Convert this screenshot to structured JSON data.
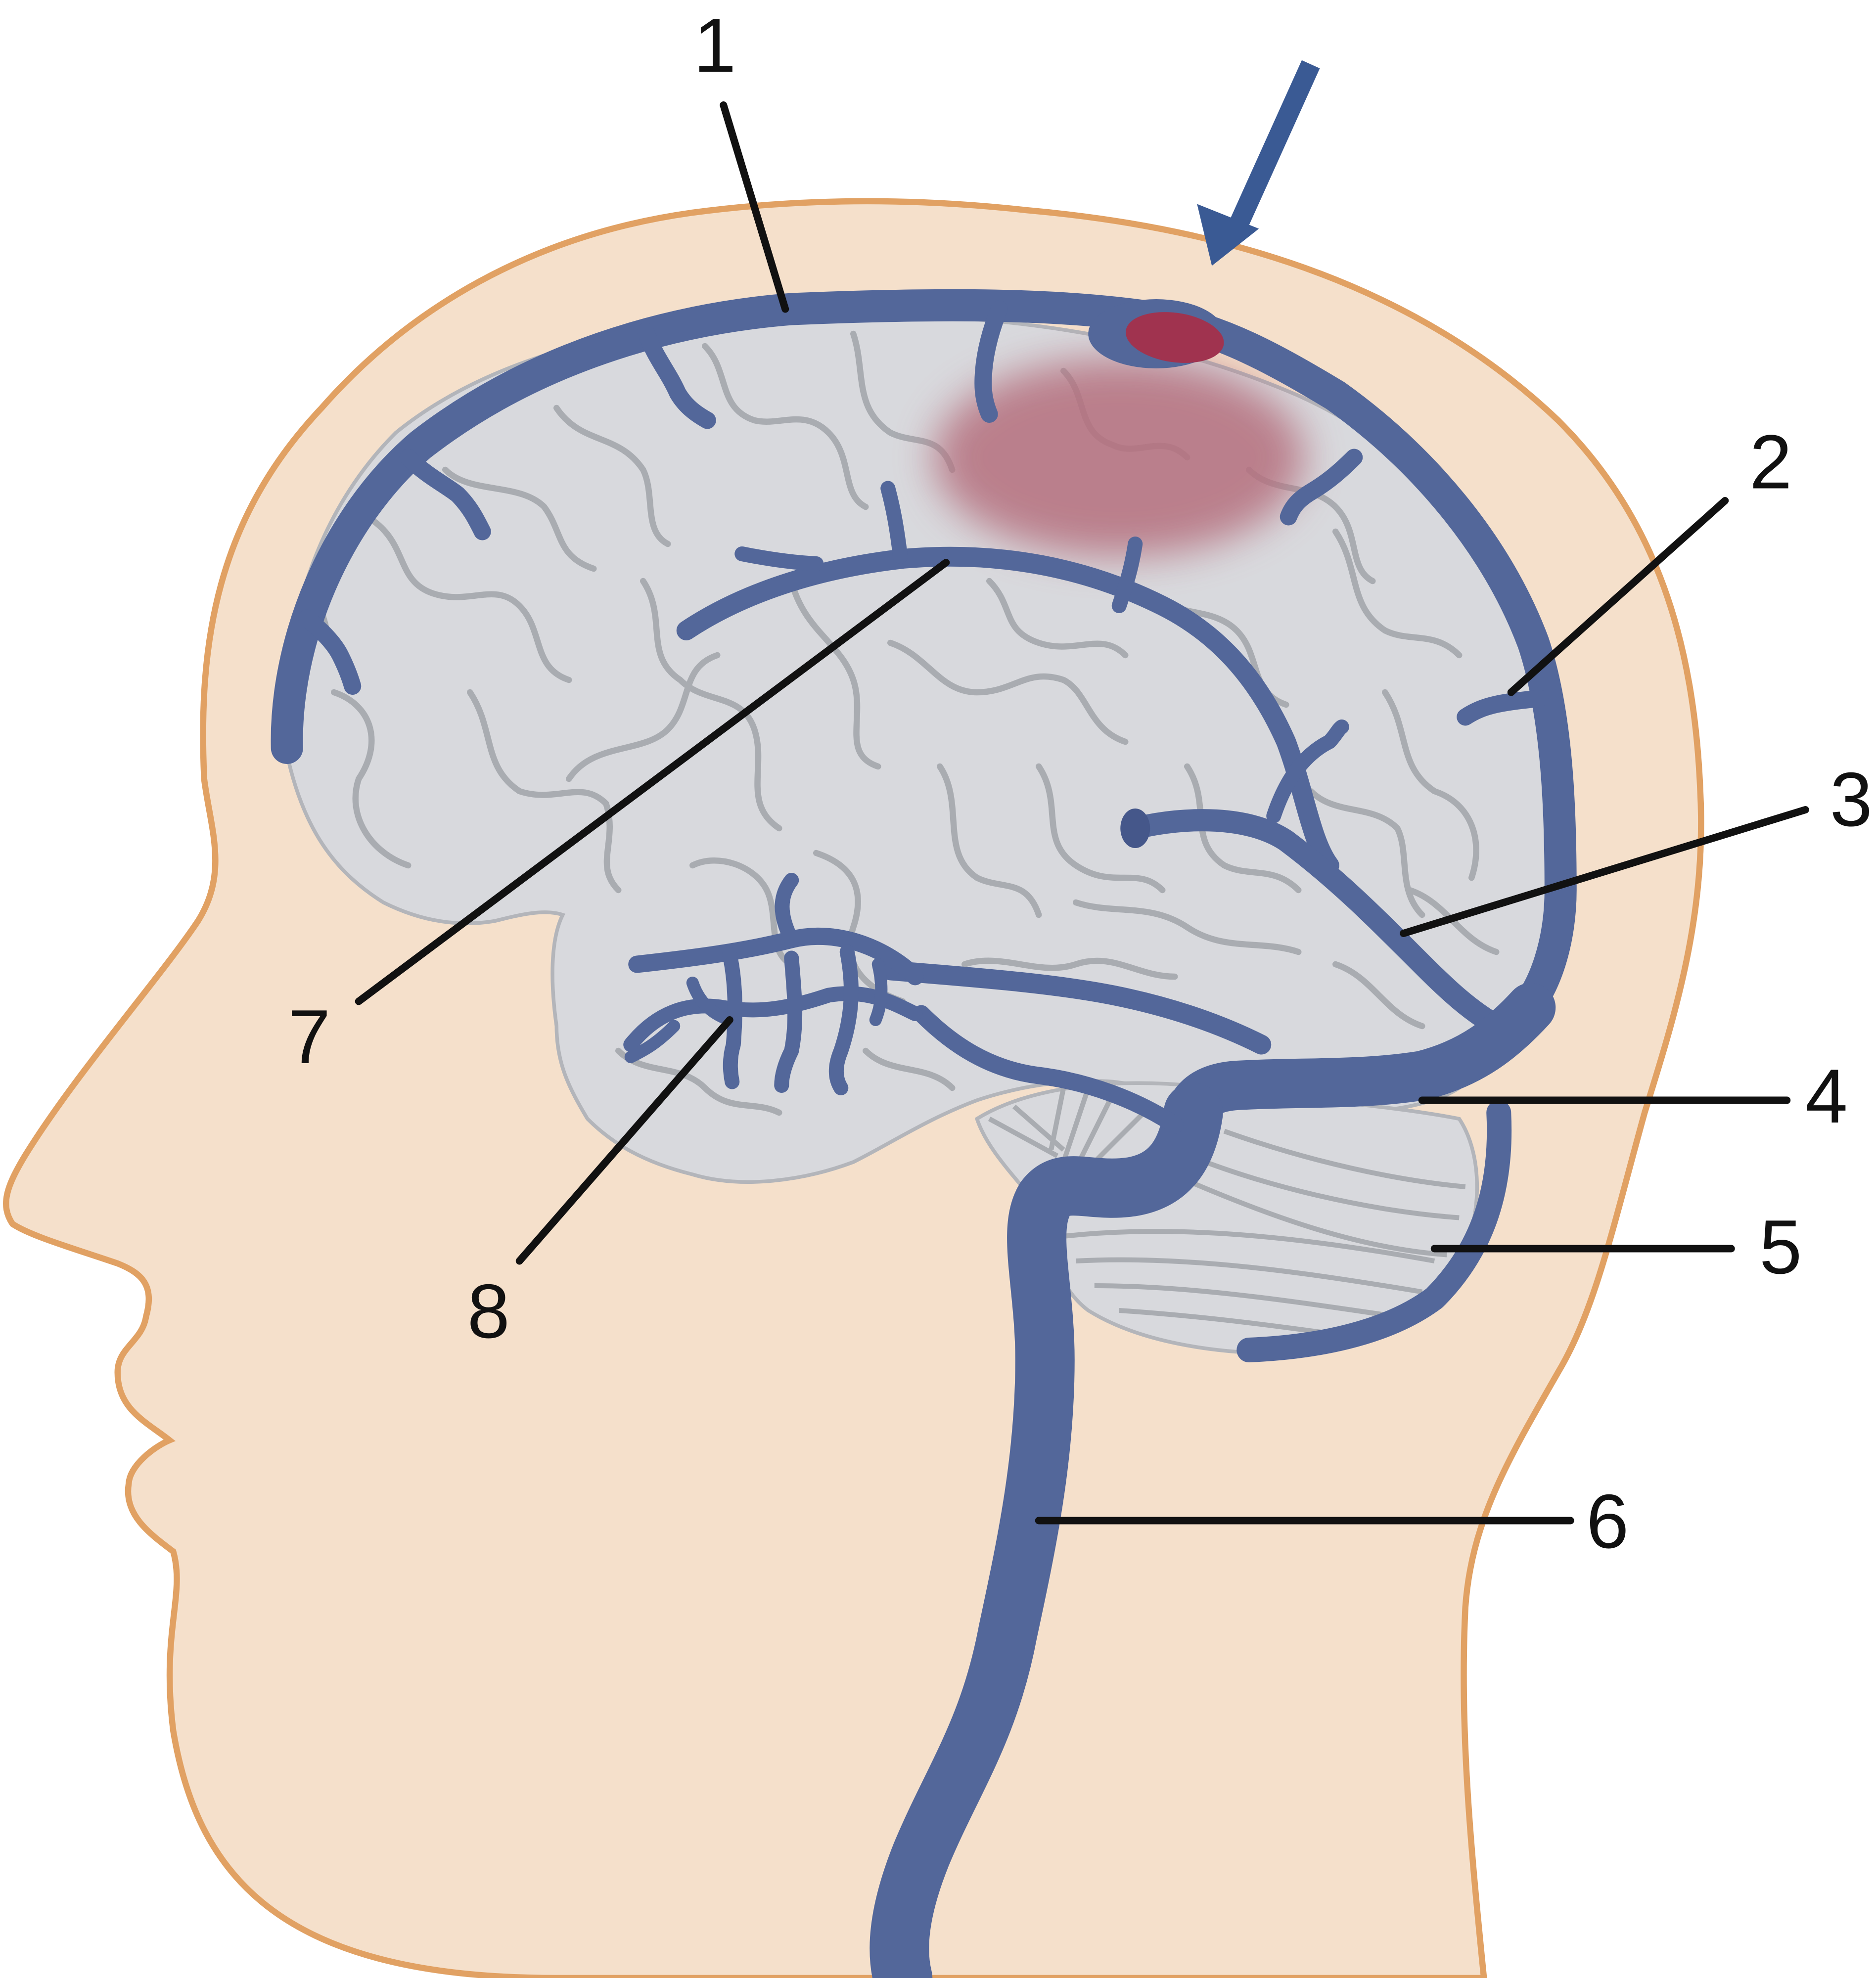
{
  "colors": {
    "skin": "#f5e0cb",
    "skin_outline": "#e1a163",
    "brain": "#d8d9dd",
    "brain_outline": "#b3b5ba",
    "vein": "#53679a",
    "thrombus": "#a0334f",
    "infarct": "#b5707e",
    "arrow": "#3a5a94",
    "leader": "#111111"
  },
  "labels": [
    {
      "id": "1",
      "text": "1"
    },
    {
      "id": "2",
      "text": "2"
    },
    {
      "id": "3",
      "text": "3"
    },
    {
      "id": "4",
      "text": "4"
    },
    {
      "id": "5",
      "text": "5"
    },
    {
      "id": "6",
      "text": "6"
    },
    {
      "id": "7",
      "text": "7"
    },
    {
      "id": "8",
      "text": "8"
    }
  ],
  "icons": {
    "pointer_arrow": "down-left-arrow-icon"
  }
}
